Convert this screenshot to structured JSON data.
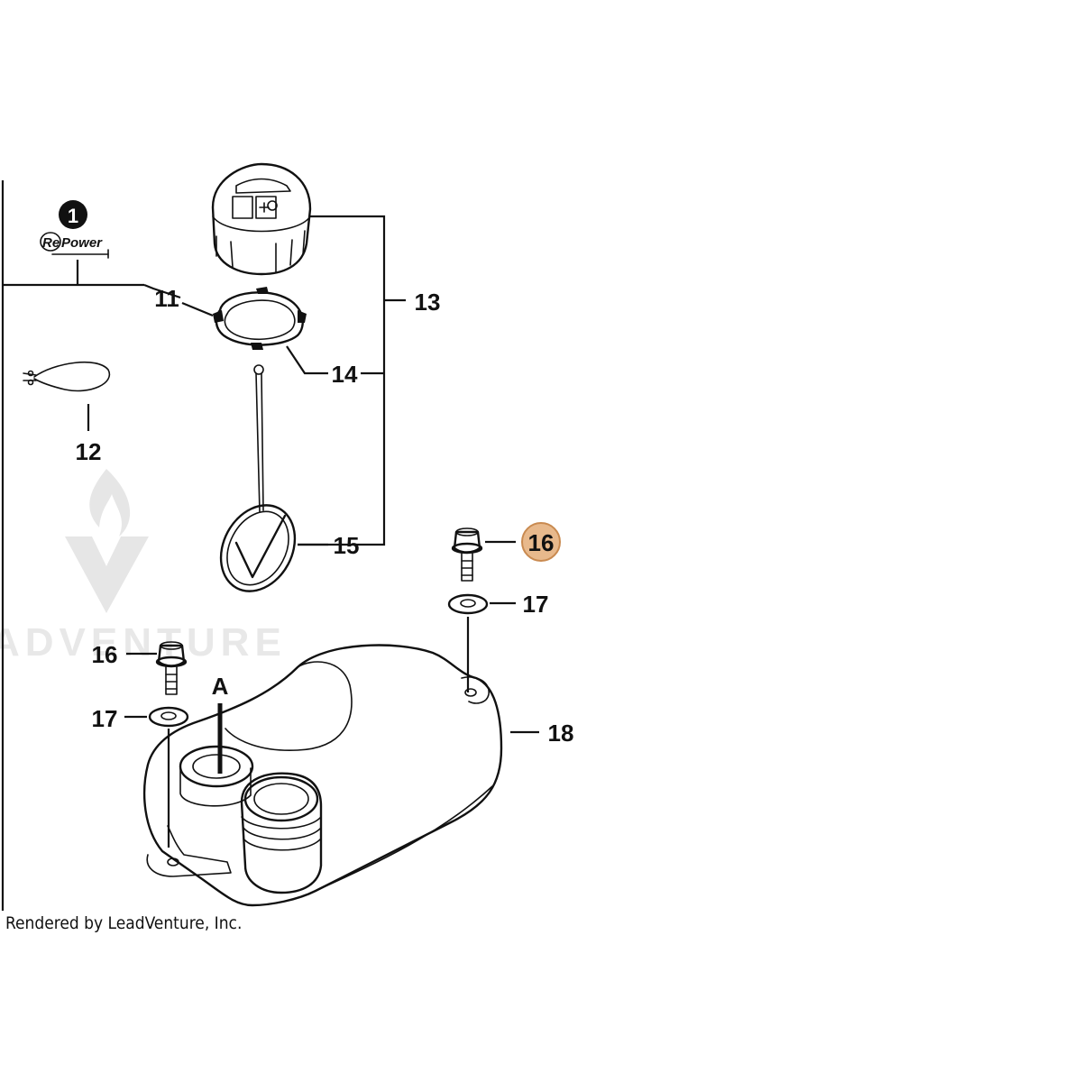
{
  "diagram": {
    "labels": {
      "callout_1": "1",
      "repower_re": "Re",
      "repower_power": "Power",
      "p11": "11",
      "p12": "12",
      "p13": "13",
      "p14": "14",
      "p15": "15",
      "p16_highlight": "16",
      "p16": "16",
      "p17_right": "17",
      "p17_left": "17",
      "p18": "18",
      "view_a": "A"
    },
    "watermark": "ADVENTURE",
    "credit": "Rendered by LeadVenture, Inc.",
    "highlight_color": "#e8b98c",
    "highlight_border": "#c98a50"
  }
}
